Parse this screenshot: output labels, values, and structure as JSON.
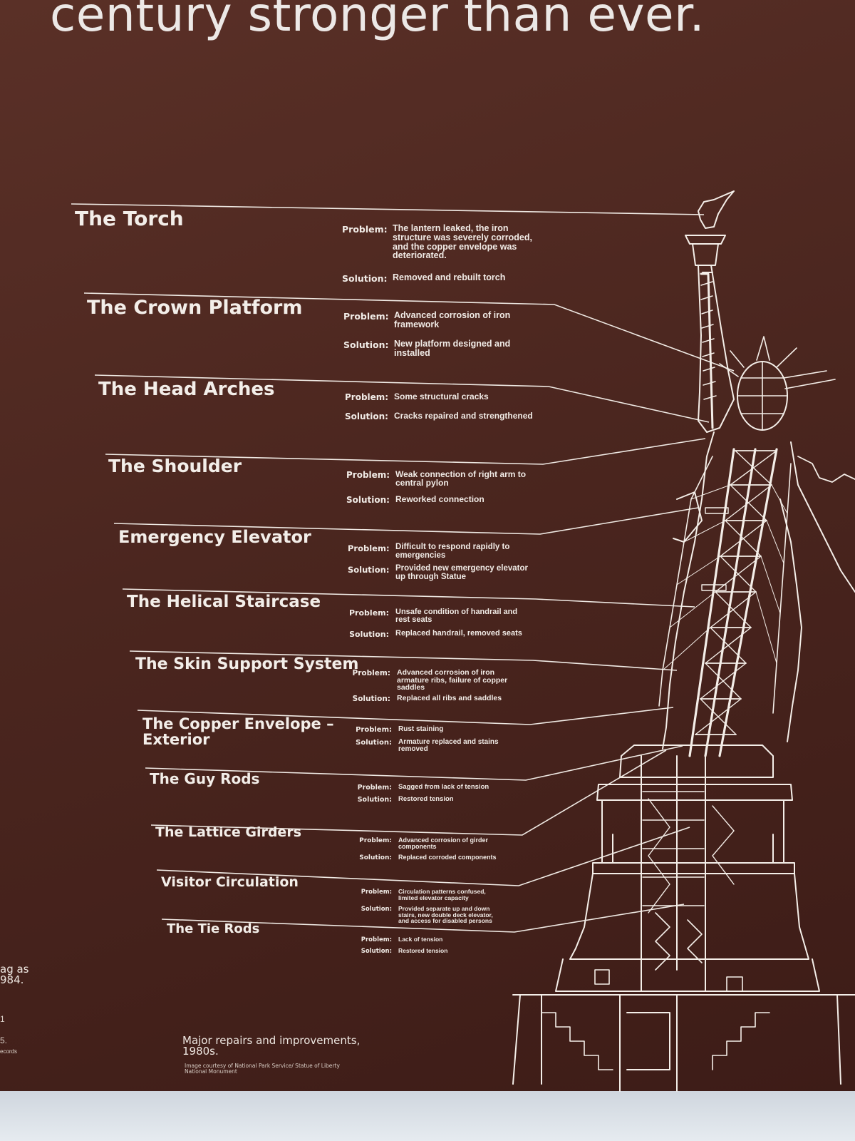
{
  "headline": "century stronger than ever.",
  "sections": [
    {
      "title": "The Torch",
      "problem": "The lantern leaked, the iron structure was severely corroded, and the copper envelope was deteriorated.",
      "solution": "Removed and rebuilt torch"
    },
    {
      "title": "The Crown Platform",
      "problem": "Advanced corrosion of iron framework",
      "solution": "New platform designed and installed"
    },
    {
      "title": "The Head Arches",
      "problem": "Some structural cracks",
      "solution": "Cracks repaired and strengthened"
    },
    {
      "title": "The Shoulder",
      "problem": "Weak connection of right arm to central pylon",
      "solution": "Reworked connection"
    },
    {
      "title": "Emergency Elevator",
      "problem": "Difficult to respond rapidly to emergencies",
      "solution": "Provided new emergency elevator up through Statue"
    },
    {
      "title": "The Helical Staircase",
      "problem": "Unsafe condition of handrail and rest seats",
      "solution": "Replaced handrail, removed seats"
    },
    {
      "title": "The Skin Support System",
      "problem": "Advanced corrosion of iron armature ribs, failure of copper saddles",
      "solution": "Replaced all ribs and saddles"
    },
    {
      "title": "The Copper Envelope – Exterior",
      "problem": "Rust staining",
      "solution": "Armature replaced and stains removed"
    },
    {
      "title": "The Guy Rods",
      "problem": "Sagged from lack of tension",
      "solution": "Restored tension"
    },
    {
      "title": "The Lattice Girders",
      "problem": "Advanced corrosion of girder components",
      "solution": "Replaced corroded components"
    },
    {
      "title": "Visitor Circulation",
      "problem": "Circulation patterns confused, limited elevator capacity",
      "solution": "Provided separate up and down stairs, new double deck elevator, and access for disabled persons"
    },
    {
      "title": "The Tie Rods",
      "problem": "Lack of tension",
      "solution": "Restored tension"
    }
  ],
  "labels": {
    "problem": "Problem:",
    "solution": "Solution:"
  },
  "caption": "Major repairs and improvements, 1980s.",
  "credit": "Image courtesy of National Park Service/ Statue of Liberty National Monument",
  "edge_text": "ag as 984.",
  "edge_mark": "1",
  "edge_mark2": "5.",
  "edge_small": "ecords",
  "colors": {
    "panel": "#4b261f",
    "line": "#efe9e3",
    "floor": "#e6ebf0"
  }
}
